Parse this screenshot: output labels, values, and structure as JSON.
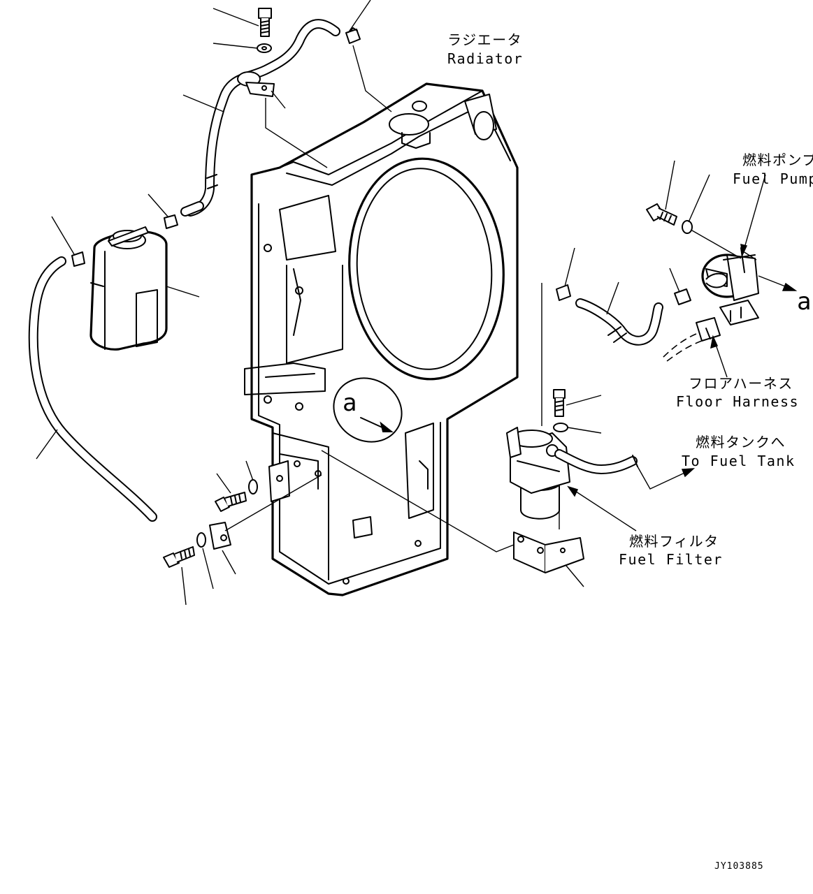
{
  "labels": {
    "radiator_jp": "ラジエータ",
    "radiator_en": "Radiator",
    "fuel_pump_jp": "燃料ポンプ",
    "fuel_pump_en": "Fuel Pump",
    "floor_harness_jp": "フロアハーネス",
    "floor_harness_en": "Floor Harness",
    "to_fuel_tank_jp": "燃料タンクへ",
    "to_fuel_tank_en": "To Fuel Tank",
    "fuel_filter_jp": "燃料フィルタ",
    "fuel_filter_en": "Fuel Filter",
    "detail_marker": "a",
    "detail_marker_ref": "a",
    "drawing_code": "JY103885"
  },
  "colors": {
    "line": "#000000",
    "background": "#ffffff"
  }
}
